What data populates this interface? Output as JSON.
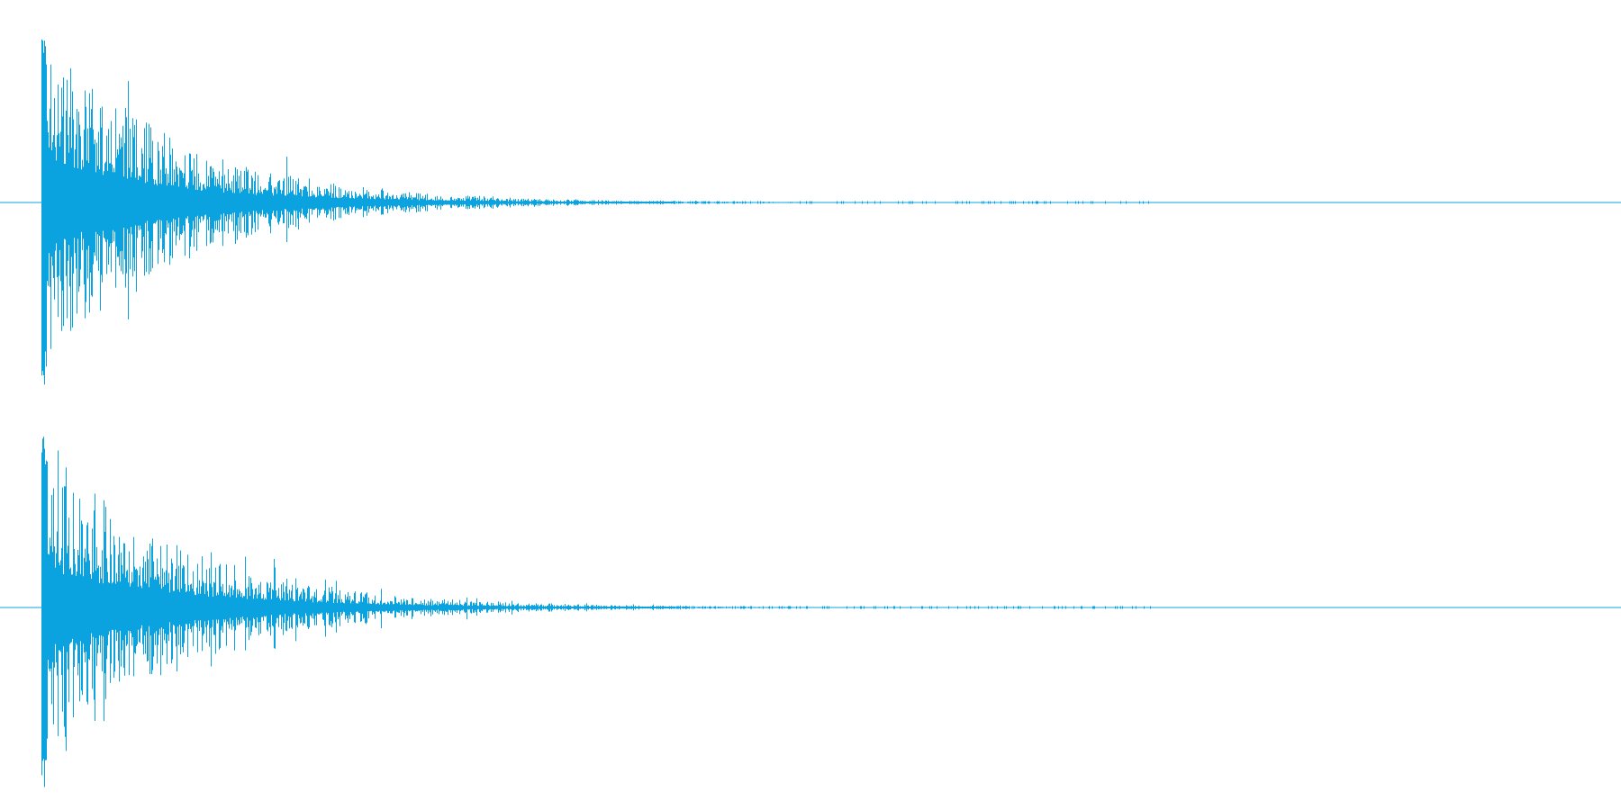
{
  "waveform": {
    "color": "#0aa3e0",
    "background": "#ffffff",
    "channels": [
      {
        "label": "",
        "peak_amplitude": 1.0,
        "decay": "fast-onset-exponential"
      },
      {
        "label": "",
        "peak_amplitude": 1.0,
        "decay": "fast-onset-exponential"
      }
    ]
  }
}
